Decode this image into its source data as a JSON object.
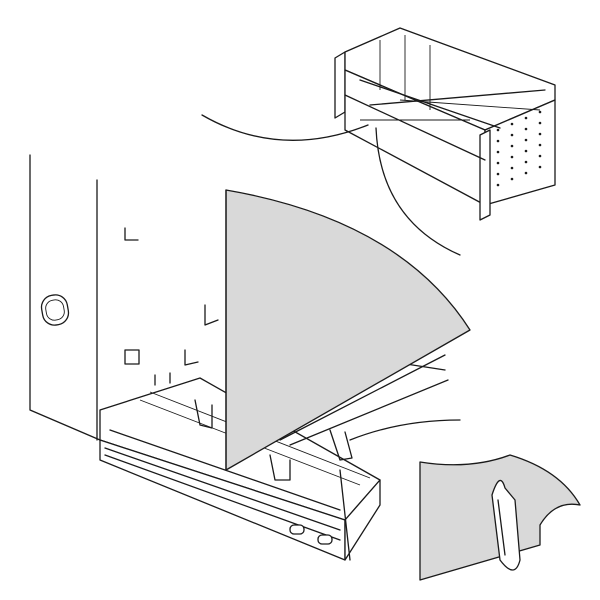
{
  "figure": {
    "colors": {
      "line": "#1a1a1a",
      "panel_fill": "#d9d9d9",
      "background": "#ffffff"
    },
    "parts": [
      "subrack",
      "side-panel",
      "front-panel",
      "guide-rail",
      "clip-detail"
    ]
  }
}
